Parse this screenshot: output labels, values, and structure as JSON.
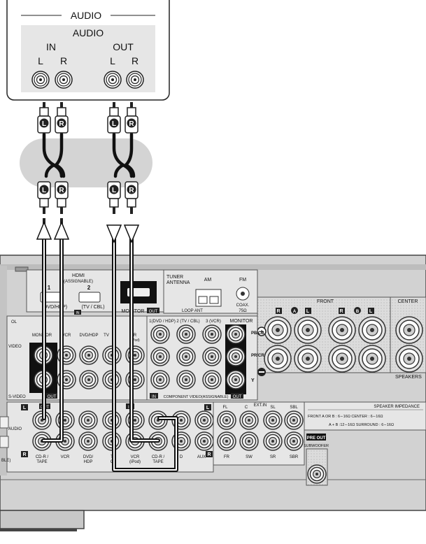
{
  "device": {
    "section_title": "AUDIO",
    "panel_title": "AUDIO",
    "in_label": "IN",
    "out_label": "OUT",
    "left_label": "L",
    "right_label": "R"
  },
  "plugs": {
    "left_letter": "L",
    "right_letter": "R"
  },
  "receiver": {
    "hdmi_title": "HDMI",
    "hdmi_sub": "(ASSIGNABLE)",
    "hdmi_1": "1",
    "hdmi_1_sub": "(DVD/HDP)",
    "hdmi_2": "2",
    "hdmi_2_sub": "(TV / CBL)",
    "hdmi_in": "IN",
    "hdmi_monitor": "MONITOR",
    "hdmi_out": "OUT",
    "tuner": "TUNER",
    "antenna": "ANTENNA",
    "am": "AM",
    "fm": "FM",
    "loop_ant": "LOOP ANT",
    "coax": "COAX.",
    "ohm": "75Ω",
    "comp_1": "1(DVD / HDP)",
    "comp_2": "2 (TV / CBL)",
    "comp_3": "3 (VCR)",
    "monitor": "MONITOR",
    "pb": "PB/CB",
    "pr": "PR/CR",
    "y": "Y",
    "comp_in": "IN",
    "comp_label": "COMPONENT VIDEO(ASSIGNABLE)",
    "comp_out": "OUT",
    "front": "FRONT",
    "center": "CENTER",
    "speakers": "SPEAKERS",
    "spk_a": "A",
    "spk_b": "B",
    "spk_r": "R",
    "spk_l": "L",
    "impedance": "SPEAKER IMPEDANCE",
    "imp_1": "FRONT  A OR B : 6∼16Ω   CENTER    : 6∼16Ω",
    "imp_2": "A + B :12∼16Ω  SURROUND : 6∼16Ω",
    "ext_in": "EXT.IN",
    "fl": "FL",
    "c": "C",
    "sl": "SL",
    "sbl": "SBL",
    "fr": "FR",
    "sw": "SW",
    "sr": "SR",
    "sbr": "SBR",
    "pre_out": "PRE OUT",
    "subwoofer": "SUBWOOFER",
    "audio": "AUDIO",
    "svideo": "S-VIDEO",
    "video": "VIDEO",
    "monitor_short": "MONITOR",
    "vcr_top": "VCR",
    "dvd_hdp_top": "DVD/HDP",
    "tv_top": "TV",
    "r_top": "R",
    "ipod_top": "(iPod)",
    "in_small": "IN",
    "out_small": "OUT",
    "cdr_tape": "CD-R /",
    "tape": "TAPE",
    "vcr": "VCR",
    "dvd": "DVD/",
    "hdp": "HDP",
    "t_label": "T",
    "c_label": "C",
    "vcr2": "VCR",
    "ipod": "(iPod)",
    "cdr2": "CD-R /",
    "tape2": "TAPE",
    "d_label": "D",
    "aux": "AUX",
    "edge_ol": "OL",
    "edge_ble": "BLE)",
    "r_mark": "R",
    "l_mark": "L"
  },
  "colors": {
    "panel_gray": "#e6e6e6",
    "body_gray": "#d4d4d4",
    "dark": "#1a1a1a"
  }
}
